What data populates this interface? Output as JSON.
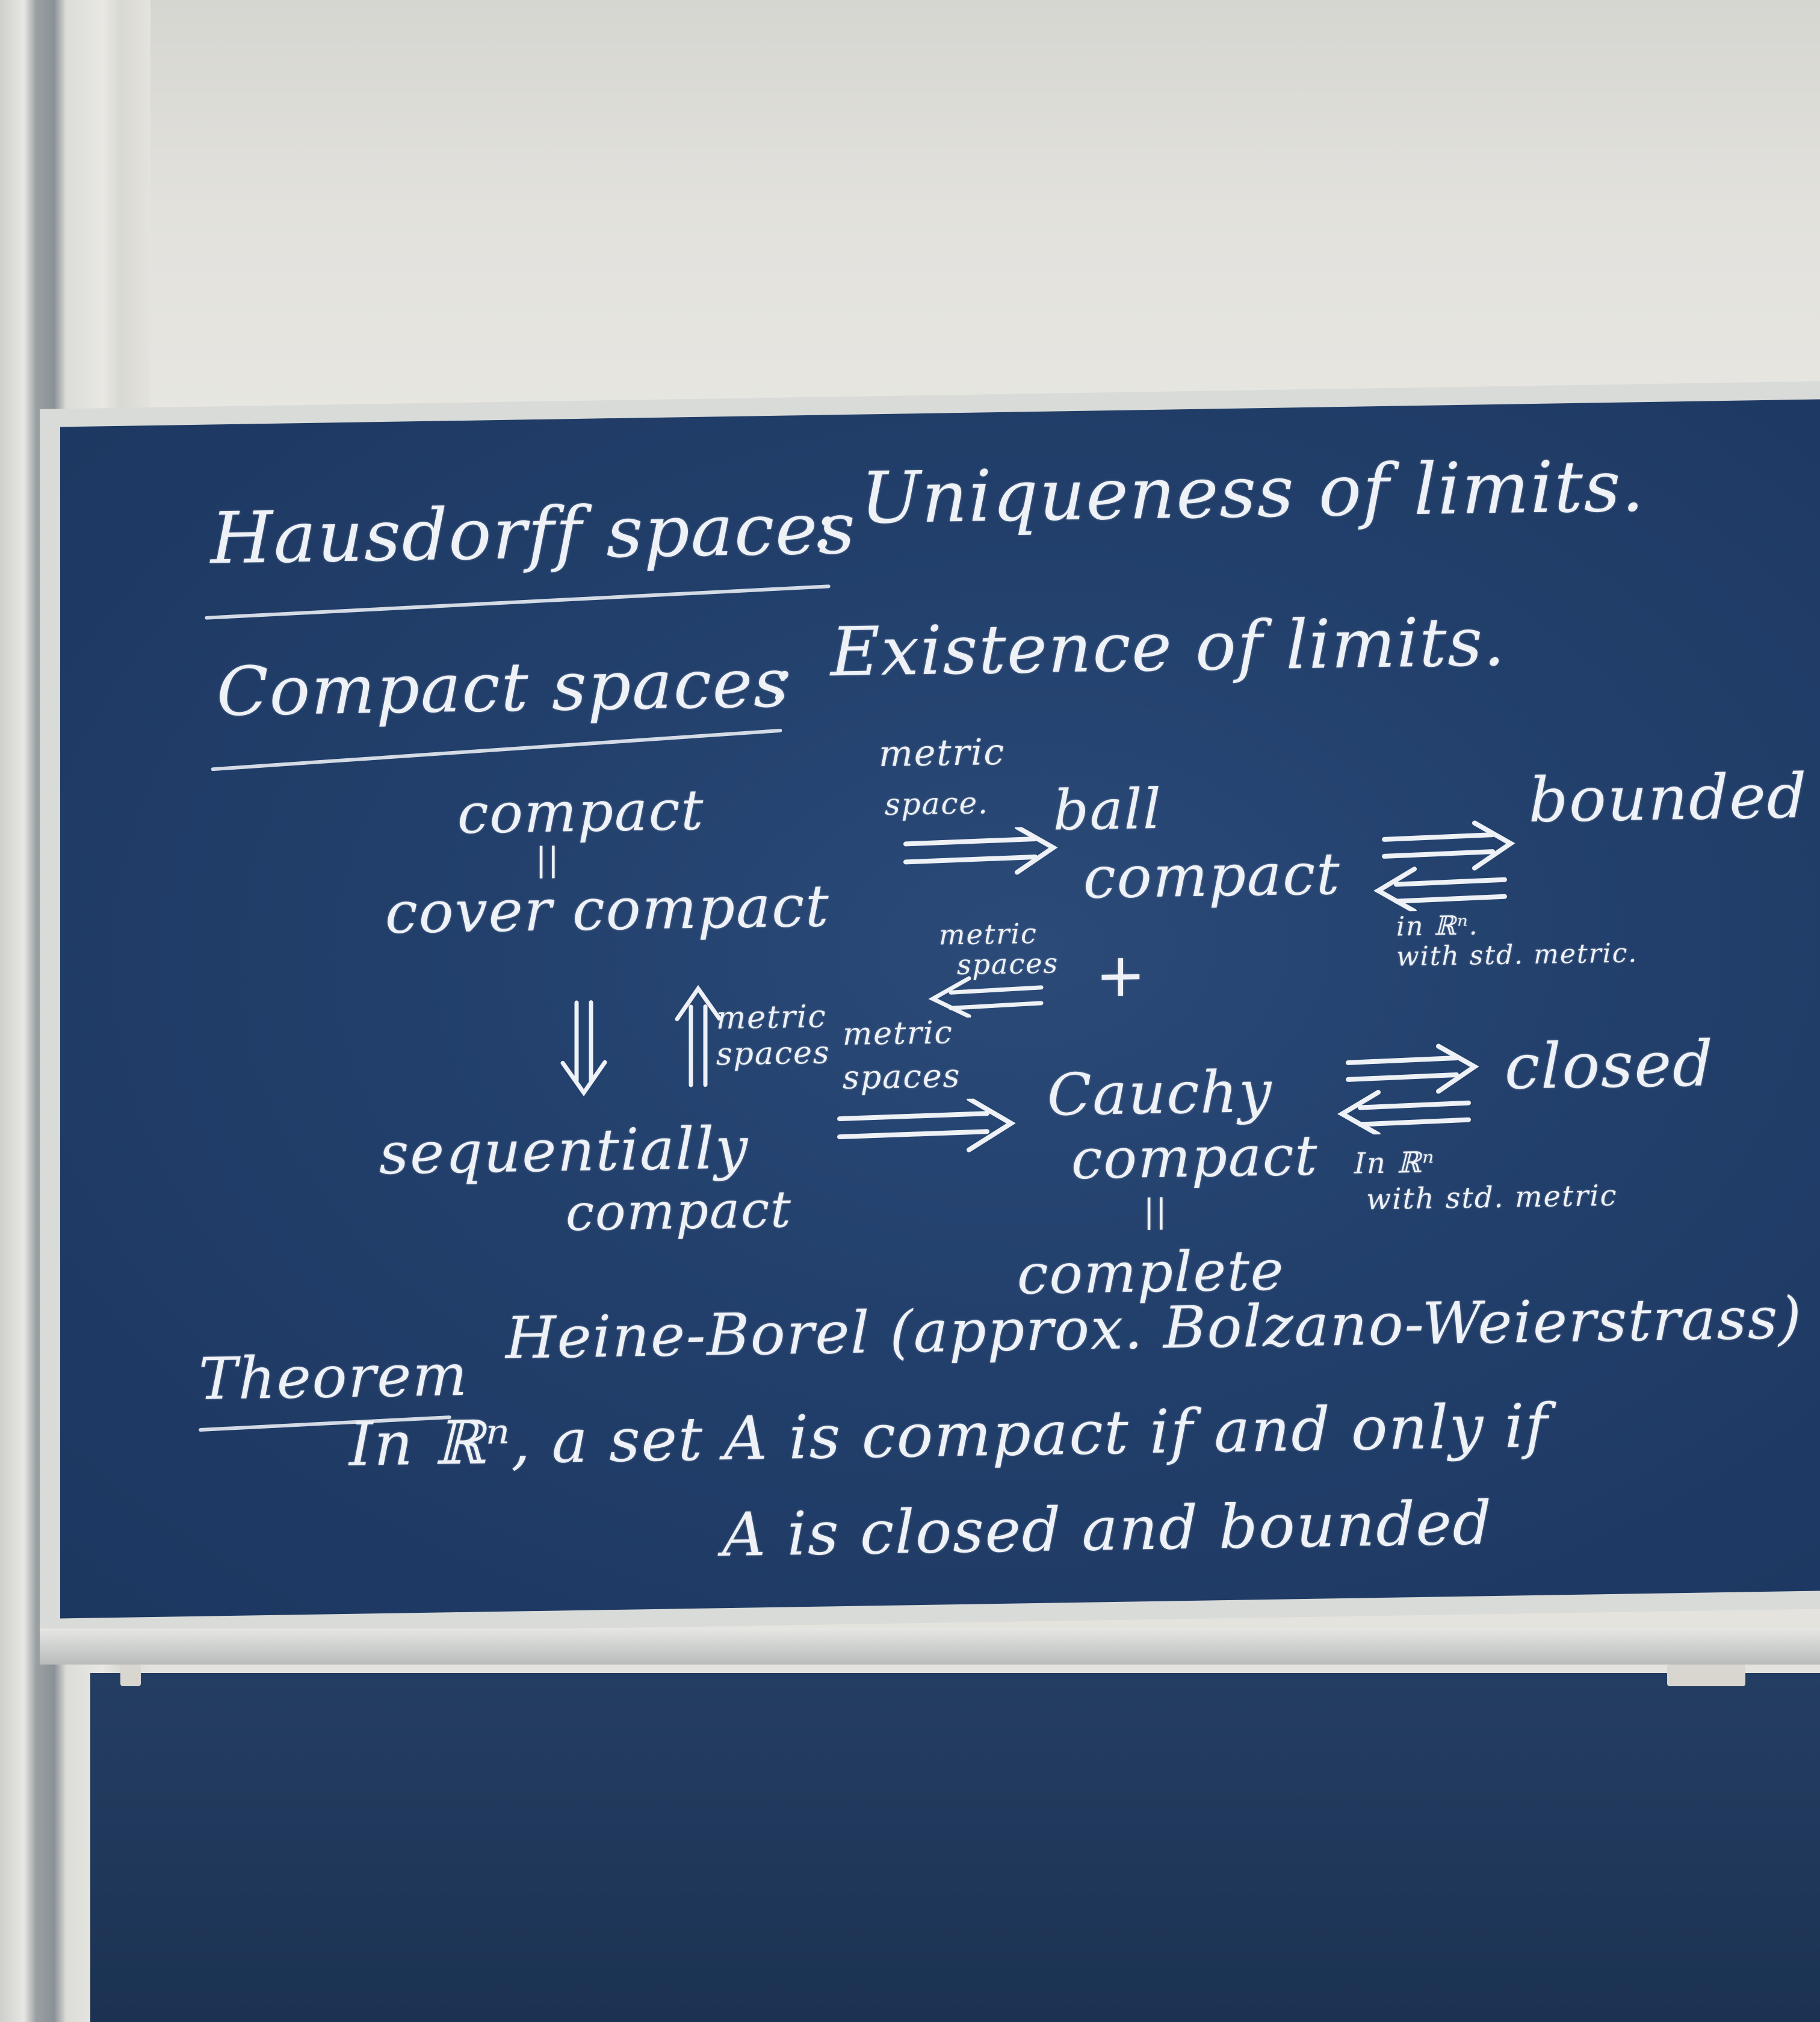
{
  "board": {
    "line1": {
      "term": "Hausdorff spaces",
      "sep": ":",
      "desc": "Uniqueness of limits."
    },
    "line2": {
      "term": "Compact spaces",
      "sep": ":",
      "desc": "Existence of limits."
    },
    "diagram": {
      "compact_top": "compact",
      "equals1": "||",
      "cover_compact": "cover compact",
      "arrow_label_metric": "metric",
      "arrow_label_space": "space.",
      "ball": "ball",
      "ball_compact": "compact",
      "bounded": "bounded",
      "in_rn_1": "in ℝⁿ.",
      "with_std_metric_1": "with std. metric.",
      "metric_spaces_left": "metric",
      "metric_spaces_left2": "spaces",
      "plus": "+",
      "down_arrow_label_1": "metric",
      "down_arrow_label_2": "spaces",
      "metric_spaces_mid_1": "metric",
      "metric_spaces_mid_2": "spaces",
      "cauchy": "Cauchy",
      "cauchy_compact": "compact",
      "closed": "closed",
      "in_rn_2": "In ℝⁿ",
      "with_std_metric_2": "with std. metric",
      "sequentially": "sequentially",
      "seq_compact": "compact",
      "equals2": "||",
      "complete": "complete"
    },
    "theorem": {
      "label": "Theorem",
      "name": "Heine-Borel (approx. Bolzano-Weierstrass)",
      "line1_a": "In ℝⁿ, a set A is compact if and only if",
      "line2": "A is closed and bounded"
    }
  }
}
